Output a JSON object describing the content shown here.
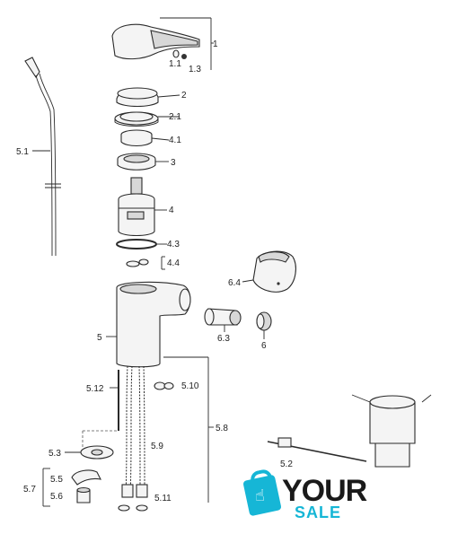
{
  "labels": {
    "l1": "1",
    "l1_1": "1.1",
    "l1_3": "1.3",
    "l2": "2",
    "l2_1": "2.1",
    "l4_1": "4.1",
    "l3": "3",
    "l4": "4",
    "l4_3": "4.3",
    "l4_4": "4.4",
    "l5_1": "5.1",
    "l6_4": "6.4",
    "l6_3": "6.3",
    "l6": "6",
    "l5": "5",
    "l5_12": "5.12",
    "l5_10": "5.10",
    "l5_8": "5.8",
    "l5_9": "5.9",
    "l5_3": "5.3",
    "l5_5": "5.5",
    "l5_7": "5.7",
    "l5_6": "5.6",
    "l5_11": "5.11",
    "l5_2": "5.2"
  },
  "logo": {
    "word1": "YOUR",
    "word2": "SALE"
  },
  "colors": {
    "ink": "#2a2a2a",
    "logo_accent": "#16b6d6",
    "logo_dark": "#1a1a1a"
  }
}
